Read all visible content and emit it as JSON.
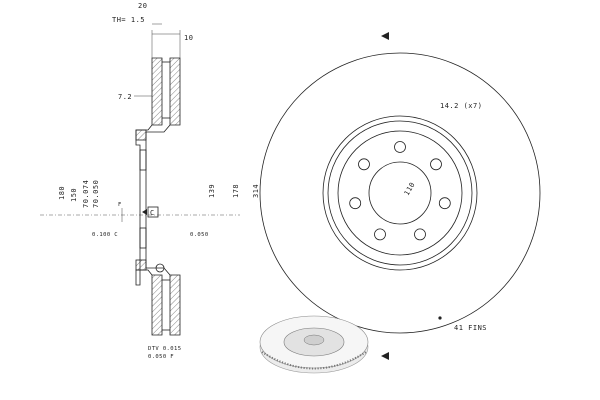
{
  "section": {
    "top_partial_label": "20",
    "thickness_label": "TH= 1.5",
    "disc_width_label": "10",
    "hat_offset_label": "7.2",
    "dia_180": "180",
    "dia_150": "150",
    "dia_70_074": "70.074",
    "dia_70_050": "70.050",
    "dia_139": "139",
    "dia_178": "178",
    "dia_314": "314",
    "ref_letter_f": "F",
    "ref_letter_c": "C",
    "runout_left": "0.100 C",
    "runout_right": "0.050",
    "dtv_label": "DTV 0.015",
    "flat_label": "0.050 F"
  },
  "front": {
    "hole_dia_label": "14.2 (x7)",
    "bolt_circle_label": "110",
    "fins_label": "41 FINS",
    "bolt_hole_count": 7
  }
}
